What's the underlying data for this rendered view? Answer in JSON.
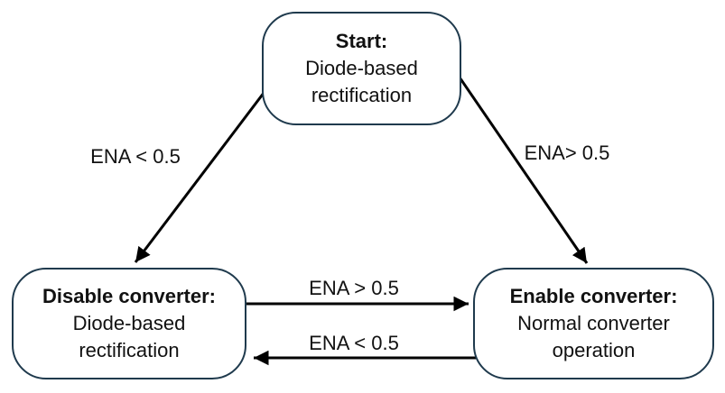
{
  "diagram": {
    "background_color": "#ffffff",
    "node_border_color": "#1f3a4d",
    "arrow_color": "#000000",
    "text_color": "#111111",
    "nodes": {
      "start": {
        "title": "Start:",
        "subtitle": "Diode-based rectification"
      },
      "disable": {
        "title": "Disable converter:",
        "subtitle": "Diode-based rectification"
      },
      "enable": {
        "title": "Enable converter:",
        "subtitle": "Normal converter operation"
      }
    },
    "edges": {
      "start_to_disable": {
        "label": "ENA < 0.5"
      },
      "start_to_enable": {
        "label": "ENA> 0.5"
      },
      "disable_to_enable": {
        "label": "ENA > 0.5"
      },
      "enable_to_disable": {
        "label": "ENA < 0.5"
      }
    }
  }
}
